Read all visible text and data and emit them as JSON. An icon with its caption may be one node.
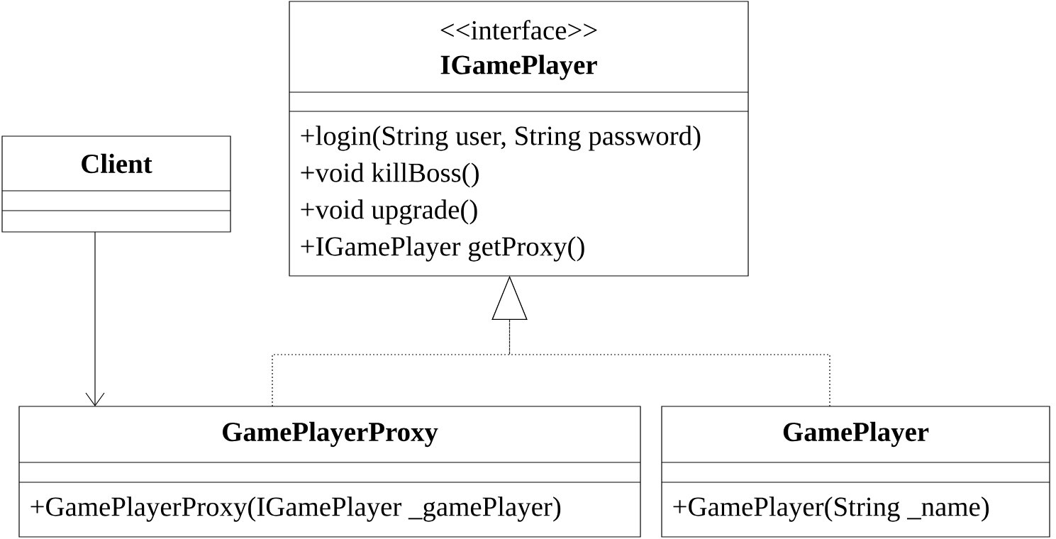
{
  "diagram": {
    "nodes": [
      {
        "text": [
          "<<interface>>",
          "IGamePlayer",
          "+login(String user, String password)",
          "+void killBoss()",
          "+void upgrade()",
          "+IGamePlayer getProxy()"
        ]
      },
      {
        "text": [
          "Client"
        ]
      },
      {
        "text": [
          "GamePlayerProxy",
          "+GamePlayerProxy(IGamePlayer _gamePlayer)"
        ]
      },
      {
        "text": [
          "GamePlayer",
          "+GamePlayer(String _name)"
        ]
      }
    ],
    "edges": [
      {
        "from": 1,
        "to": 2,
        "arrow": "to"
      },
      {
        "from": 2,
        "to": 0,
        "arrow": "to",
        "style": "dashed"
      },
      {
        "from": 3,
        "to": 0,
        "arrow": "to",
        "style": "dashed"
      }
    ]
  }
}
